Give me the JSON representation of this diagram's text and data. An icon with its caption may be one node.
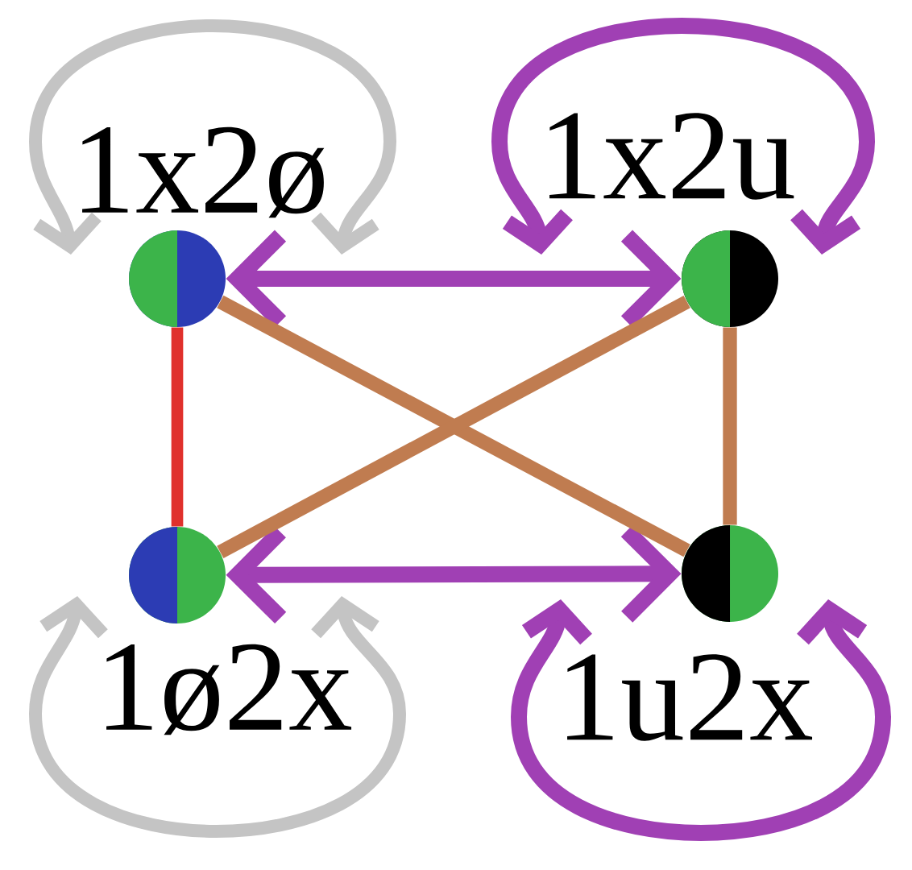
{
  "diagram": {
    "nodes": [
      {
        "text": [
          "1x2ø"
        ]
      },
      {
        "text": [
          "1x2u"
        ]
      },
      {
        "text": [
          "1ø2x"
        ]
      },
      {
        "text": [
          "1u2x"
        ]
      }
    ],
    "edges": [
      {
        "from": 0,
        "to": 1,
        "arrow": "both"
      },
      {
        "from": 2,
        "to": 3,
        "arrow": "both"
      },
      {
        "from": 0,
        "to": 2,
        "arrow": "none",
        "color": "#e0302c"
      },
      {
        "from": 1,
        "to": 3,
        "arrow": "none",
        "color": "#c07c50"
      },
      {
        "from": 0,
        "to": 3,
        "arrow": "none",
        "color": "#c07c50"
      },
      {
        "from": 2,
        "to": 1,
        "arrow": "none",
        "color": "#c07c50"
      },
      {
        "from": 0,
        "to": 0,
        "arrow": "both",
        "color": "#c4c4c4"
      },
      {
        "from": 1,
        "to": 1,
        "arrow": "both"
      },
      {
        "from": 2,
        "to": 2,
        "arrow": "both",
        "color": "#c4c4c4"
      },
      {
        "from": 3,
        "to": 3,
        "arrow": "both"
      }
    ]
  }
}
